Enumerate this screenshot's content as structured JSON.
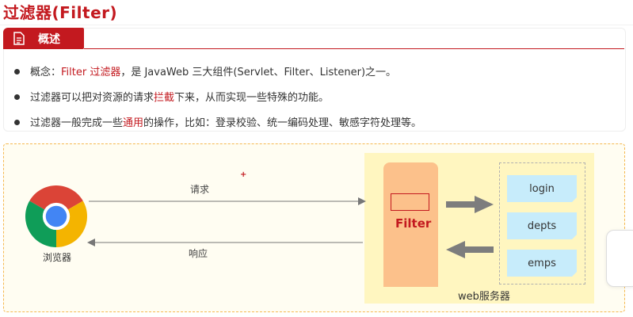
{
  "page_title": "过滤器(Filter)",
  "overview": {
    "tab_label": "概述",
    "bullets": [
      {
        "before": "概念：",
        "highlight": "Filter 过滤器",
        "after": "，是 JavaWeb 三大组件(Servlet、Filter、Listener)之一。"
      },
      {
        "before": "过滤器可以把对资源的请求",
        "highlight": "拦截",
        "after": "下来，从而实现一些特殊的功能。"
      },
      {
        "before": "过滤器一般完成一些",
        "highlight": "通用",
        "after": "的操作，比如：登录校验、统一编码处理、敏感字符处理等。"
      }
    ]
  },
  "diagram": {
    "browser_label": "浏览器",
    "request_label": "请求",
    "response_label": "响应",
    "filter_label": "Filter",
    "servlets": [
      "login",
      "depts",
      "emps"
    ],
    "server_label": "web服务器"
  },
  "colors": {
    "accent_red": "#c3191f",
    "filter_fill": "#fcc18b",
    "server_fill": "#fff6c0",
    "servlet_fill": "#c7ecfb"
  }
}
